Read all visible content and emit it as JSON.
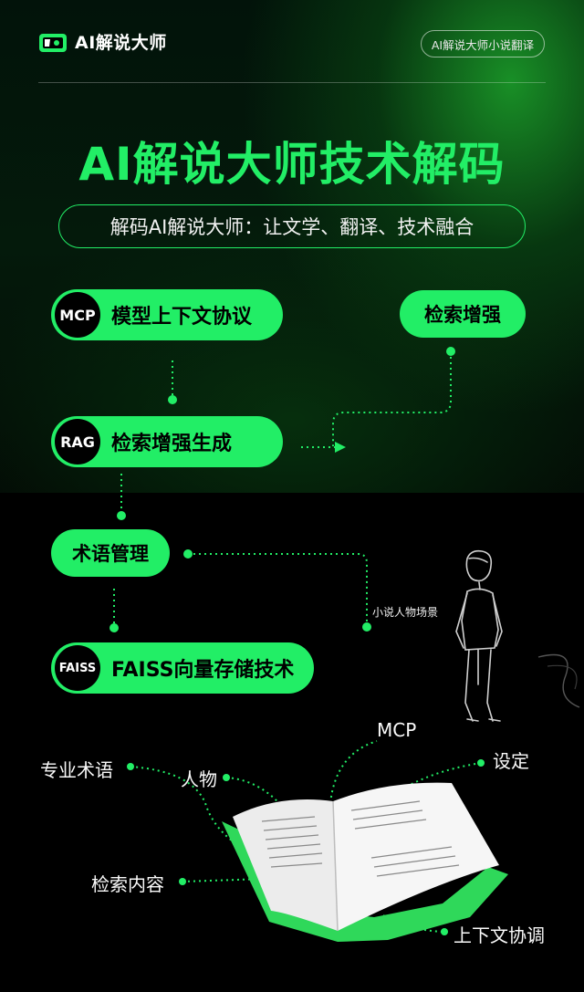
{
  "header": {
    "logo_text": "AI解说大师",
    "logo_icon": "clapperboard-icon",
    "right_pill": "AI解说大师小说翻译"
  },
  "title": "AI解说大师技术解码",
  "subtitle": "解码AI解说大师：让文学、翻译、技术融合",
  "nodes": {
    "mcp": {
      "badge": "MCP",
      "label": "模型上下文协议"
    },
    "retrieval": {
      "label": "检索增强"
    },
    "rag": {
      "badge": "RAG",
      "label": "检索增强生成"
    },
    "terms": {
      "label": "术语管理"
    },
    "faiss": {
      "badge": "FAISS",
      "label": "FAISS向量存储技术"
    }
  },
  "scene_label": "小说人物场景",
  "book_labels": {
    "mcp": "MCP",
    "terminology": "专业术语",
    "character": "人物",
    "setting": "设定",
    "retrieved": "检索内容",
    "context": "上下文协调"
  },
  "colors": {
    "accent": "#22ee66",
    "background": "#000000",
    "text": "#ffffff"
  }
}
